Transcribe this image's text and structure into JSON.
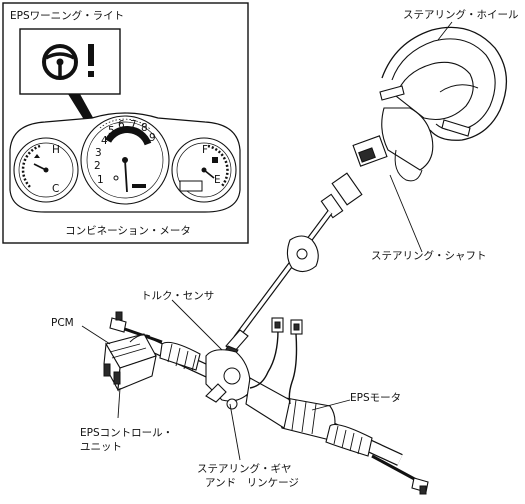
{
  "inset": {
    "title": "EPSワーニング・ライト",
    "caption": "コンビネーション・メータ",
    "warning_symbol": "steering-wheel-exclamation-icon"
  },
  "labels": {
    "steering_wheel": "ステアリング・ホイール",
    "steering_shaft": "ステアリング・シャフト",
    "torque_sensor": "トルク・センサ",
    "pcm": "PCM",
    "eps_motor": "EPSモータ",
    "eps_control_unit_line1": "EPSコントロール・",
    "eps_control_unit_line2": "ユニット",
    "gear_line1": "ステアリング・ギヤ",
    "gear_line2": "アンド　リンケージ"
  },
  "gauges": {
    "left": {
      "top_mark": "H",
      "bottom_mark": "C"
    },
    "center": {
      "ticks": [
        "1",
        "2",
        "3",
        "4",
        "5",
        "6",
        "7",
        "8",
        "9"
      ]
    },
    "right": {
      "top_mark": "F",
      "bottom_mark": "E"
    }
  },
  "colors": {
    "ink": "#111111",
    "background": "#ffffff"
  }
}
